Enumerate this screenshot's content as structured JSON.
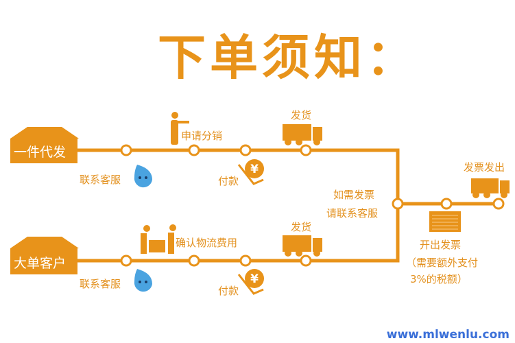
{
  "title": "下单须知：",
  "colors": {
    "accent": "#e8931a",
    "watermark": "#3a6fd8"
  },
  "flow_top": {
    "start": "一件代发",
    "contact": "联系客服",
    "apply": "申请分销",
    "pay": "付款",
    "ship": "发货"
  },
  "flow_bottom": {
    "start": "大单客户",
    "contact": "联系客服",
    "confirm": "确认物流费用",
    "pay": "付款",
    "ship": "发货"
  },
  "invoice": {
    "need_line1": "如需发票",
    "need_line2": "请联系客服",
    "issue": "开出发票",
    "note_line1": "（需要额外支付",
    "note_line2": "3%的税额）",
    "sent": "发票发出"
  },
  "watermark": "www.mlwenlu.com"
}
